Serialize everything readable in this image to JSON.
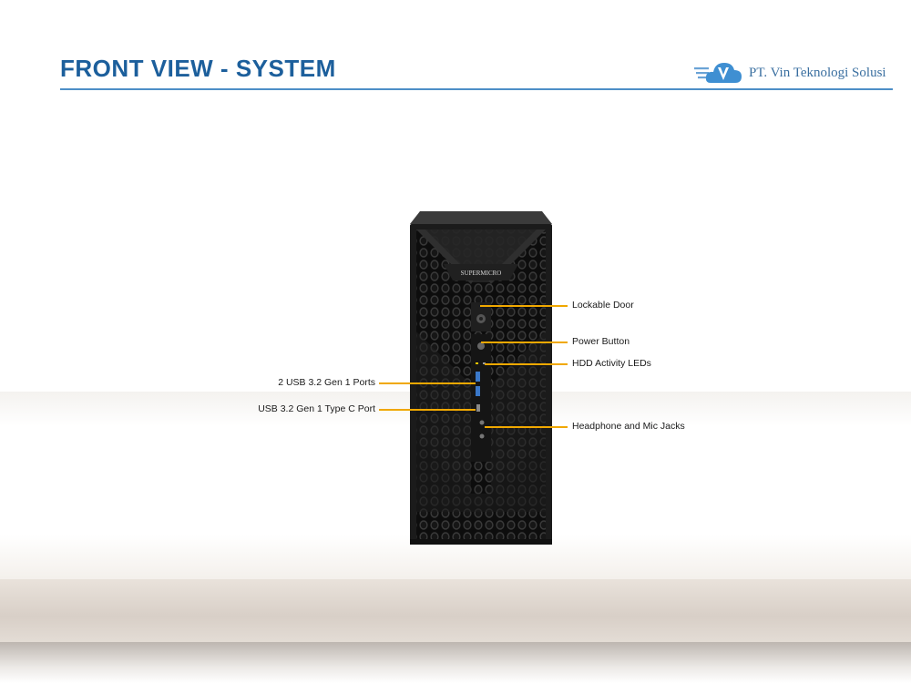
{
  "header": {
    "title": "FRONT VIEW - SYSTEM",
    "company": "PT. Vin Teknologi Solusi",
    "logo_icon": "cloud-v-logo"
  },
  "chassis": {
    "brand": "SUPERMICRO"
  },
  "callouts": {
    "lockable_door": "Lockable Door",
    "power_button": "Power Button",
    "hdd_leds": "HDD Activity LEDs",
    "usb_ports": "2 USB 3.2 Gen 1 Ports",
    "usb_c_port": "USB 3.2 Gen 1 Type C Port",
    "audio_jacks": "Headphone and Mic Jacks"
  },
  "colors": {
    "title": "#1c5f9c",
    "callout_line": "#f0a800"
  }
}
